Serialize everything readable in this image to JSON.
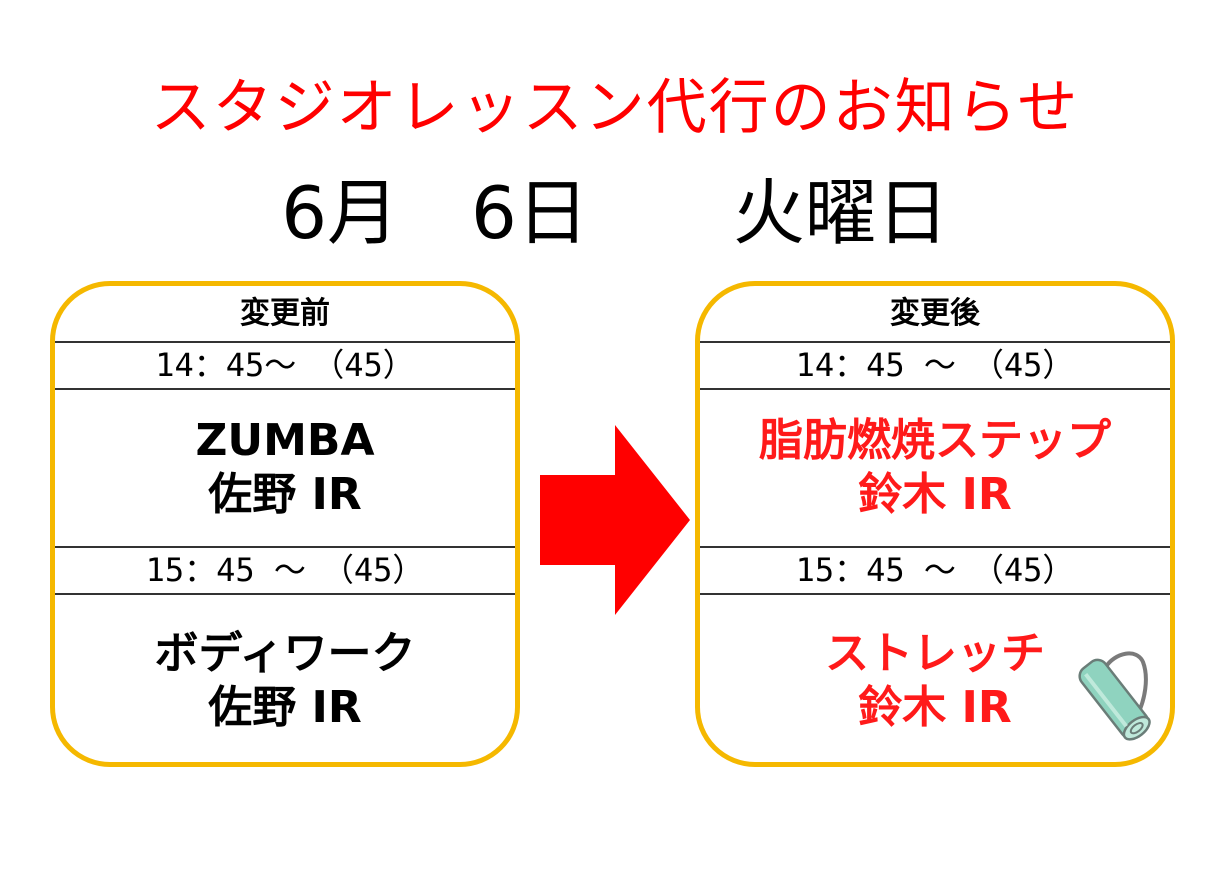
{
  "title": "スタジオレッスン代行のお知らせ",
  "date": "6月　6日　　火曜日",
  "before": {
    "header": "変更前",
    "slot1_time": "14：45～　（45）",
    "slot1_lesson": "ZUMBA",
    "slot1_instructor": "佐野 IR",
    "slot2_time": "15：45 ～　（45）",
    "slot2_lesson": "ボディワーク",
    "slot2_instructor": "佐野 IR"
  },
  "after": {
    "header": "変更後",
    "slot1_time": "14：45 ～　（45）",
    "slot1_lesson": "脂肪燃焼ステップ",
    "slot1_instructor": "鈴木 IR",
    "slot2_time": "15：45 ～　（45）",
    "slot2_lesson": "ストレッチ",
    "slot2_instructor": "鈴木 IR"
  },
  "colors": {
    "title": "#ff0000",
    "border": "#f5b800",
    "arrow": "#ff0000",
    "after_text": "#ff1a1a"
  },
  "icons": {
    "arrow": "right-arrow-icon",
    "mat": "yoga-mat-icon"
  }
}
